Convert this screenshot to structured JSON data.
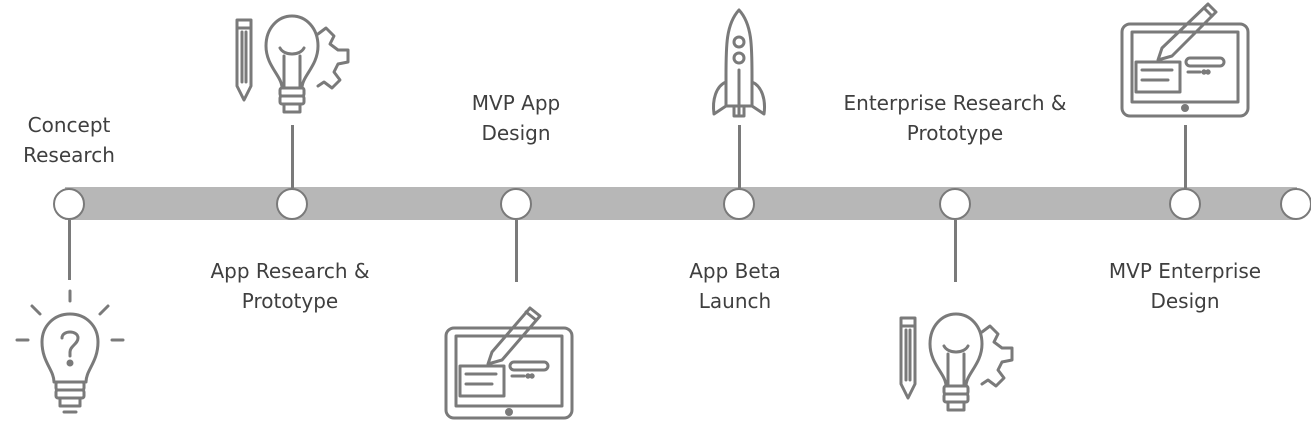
{
  "milestones": [
    {
      "line1": "Concept",
      "line2": "Research",
      "icon": "question-lightbulb-icon"
    },
    {
      "line1": "App Research &",
      "line2": "Prototype",
      "icon": "lightbulb-pencil-gear-icon"
    },
    {
      "line1": "MVP App",
      "line2": "Design",
      "icon": "tablet-pencil-icon"
    },
    {
      "line1": "App Beta",
      "line2": "Launch",
      "icon": "rocket-icon"
    },
    {
      "line1": "Enterprise Research &",
      "line2": "Prototype",
      "icon": "lightbulb-pencil-gear-icon"
    },
    {
      "line1": "MVP Enterprise",
      "line2": "Design",
      "icon": "tablet-pencil-icon"
    }
  ],
  "colors": {
    "line": "#7a7a7a",
    "bar": "#b7b7b7",
    "text": "#3f3f3f"
  }
}
